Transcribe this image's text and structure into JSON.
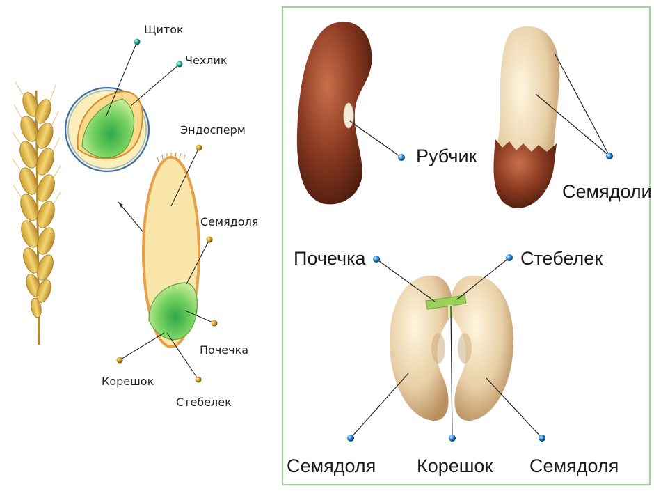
{
  "wheat": {
    "labels": {
      "shield": "Щиток",
      "cap": "Чехлик",
      "endosperm": "Эндосперм",
      "cotyledon": "Семядоля",
      "bud": "Почечка",
      "root": "Корешок",
      "stem": "Стебелек"
    }
  },
  "bean": {
    "labels": {
      "hilum": "Рубчик",
      "cotyledons": "Семядоли",
      "bud": "Почечка",
      "stem": "Стебелек",
      "cotyledon_left": "Семядоля",
      "root": "Корешок",
      "cotyledon_right": "Семядоля"
    }
  },
  "colors": {
    "label_dot_wheat": "#c8941c",
    "label_dot_bean": "#1a7fd1",
    "panel_border": "#9fd49a",
    "endosperm_fill": "#f9e6a8",
    "embryo_green": "#5cc24a",
    "bean_brown": "#8a3a22",
    "bean_cream": "#e8cfa6"
  }
}
